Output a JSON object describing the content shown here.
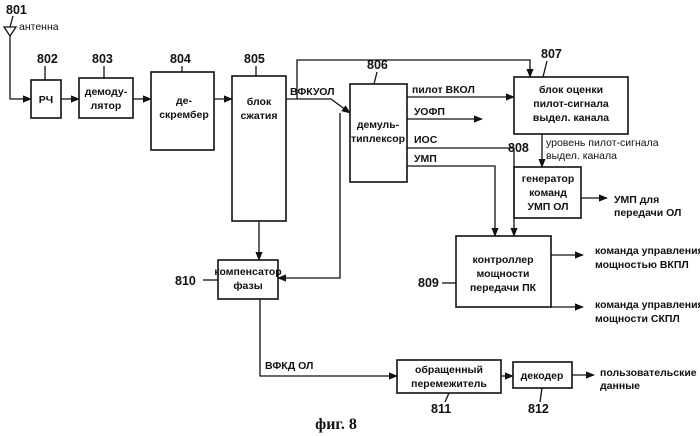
{
  "figure": {
    "caption": "фиг. 8"
  },
  "antenna": {
    "ref": "801",
    "label": "антенна"
  },
  "blocks": {
    "rf": {
      "ref": "802",
      "lines": [
        "РЧ"
      ]
    },
    "demod": {
      "ref": "803",
      "lines": [
        "демоду-",
        "лятор"
      ]
    },
    "descr": {
      "ref": "804",
      "lines": [
        "де-",
        "скрембер"
      ]
    },
    "compress": {
      "ref": "805",
      "lines": [
        "блок",
        "сжатия"
      ]
    },
    "demux": {
      "ref": "806",
      "lines": [
        "демуль-",
        "типлексор"
      ]
    },
    "pilot_est": {
      "ref": "807",
      "lines": [
        "блок оценки",
        "пилот-сигнала",
        "выдел. канала"
      ]
    },
    "tpc_gen": {
      "ref": "808",
      "lines": [
        "генератор",
        "команд",
        "УМП ОЛ"
      ]
    },
    "power_ctrl": {
      "ref": "809",
      "lines": [
        "контроллер",
        "мощности",
        "передачи ПК"
      ]
    },
    "phase_comp": {
      "ref": "810",
      "lines": [
        "компенсатор",
        "фазы"
      ]
    },
    "deinterleaver": {
      "ref": "811",
      "lines": [
        "обращенный",
        "перемежитель"
      ]
    },
    "decoder": {
      "ref": "812",
      "lines": [
        "декодер"
      ]
    }
  },
  "signals": {
    "vfkuol": "ВФКУОЛ",
    "pilot_vkol": "пилот ВКОЛ",
    "uofp": "УОФП",
    "ios": "ИОС",
    "ump": "УМП",
    "pilot_level": [
      "уровень пилот-сигнала",
      "выдел. канала"
    ],
    "ump_out": [
      "УМП для",
      "передачи ОЛ"
    ],
    "cmd_vkpl": [
      "команда управления",
      "мощностью ВКПЛ"
    ],
    "cmd_skpl": [
      "команда управления",
      "мощности СКПЛ"
    ],
    "vfkd": "ВФКД ОЛ",
    "user_data": [
      "пользовательские",
      "данные"
    ]
  }
}
